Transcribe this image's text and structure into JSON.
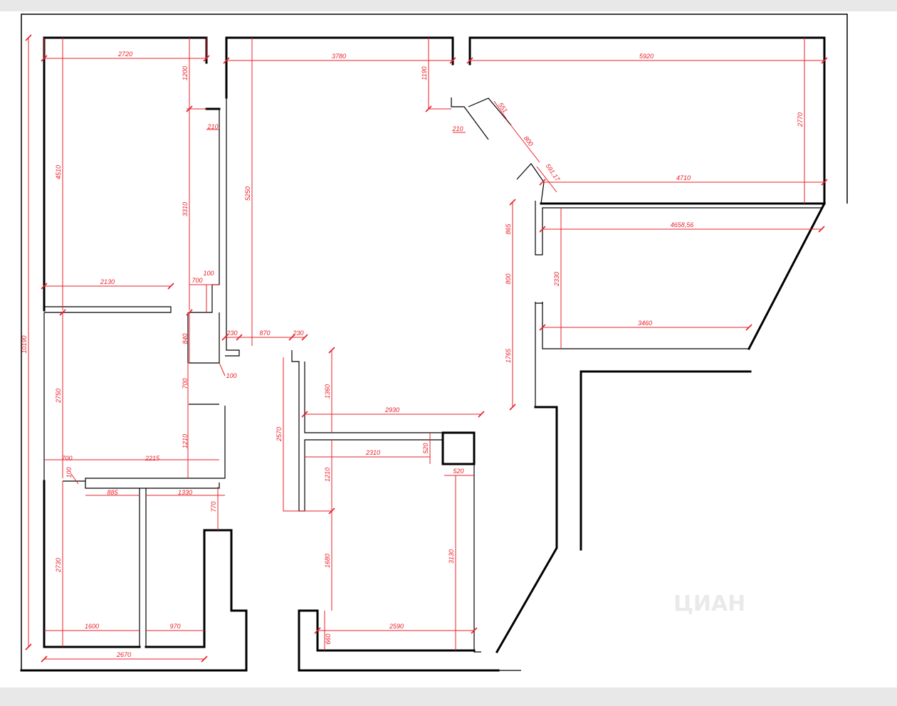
{
  "plan": {
    "watermark": "ЦИАН",
    "colors": {
      "dimension": "#e8202a",
      "wall": "#000000",
      "page": "#ffffff",
      "viewer_bg": "#e8e8e8"
    },
    "dimensions": {
      "d2720": "2720",
      "d1200": "1200",
      "d3780": "3780",
      "d1190": "1190",
      "d5920": "5920",
      "d4510": "4510",
      "d3310": "3310",
      "d210a": "210",
      "d5250": "5250",
      "d210b": "210",
      "d551": "551",
      "d800a": "800",
      "d5917": "591,17",
      "d4710": "4710",
      "d2770": "2770",
      "d4658": "4658,56",
      "d865": "865",
      "d800b": "800",
      "d2330": "2330",
      "d3460": "3460",
      "d1765": "1765",
      "d2130": "2130",
      "d100a": "100",
      "d700a": "700",
      "d10190": "10190",
      "d840": "840",
      "d230a": "230",
      "d870": "870",
      "d230b": "230",
      "d100b": "100",
      "d700b": "700",
      "d1360": "1360",
      "d2750": "2750",
      "d2930": "2930",
      "d2570": "2570",
      "d1210a": "1210",
      "d2310": "2310",
      "d520a": "520",
      "d520b": "520",
      "d1210b": "1210",
      "d700c": "700",
      "d2215": "2215",
      "d100c": "100",
      "d885": "885",
      "d1330": "1330",
      "d770": "770",
      "d2730": "2730",
      "d1680": "1680",
      "d3130": "3130",
      "d1600": "1600",
      "d970": "970",
      "d2590": "2590",
      "d660": "660",
      "d2670": "2670"
    }
  }
}
